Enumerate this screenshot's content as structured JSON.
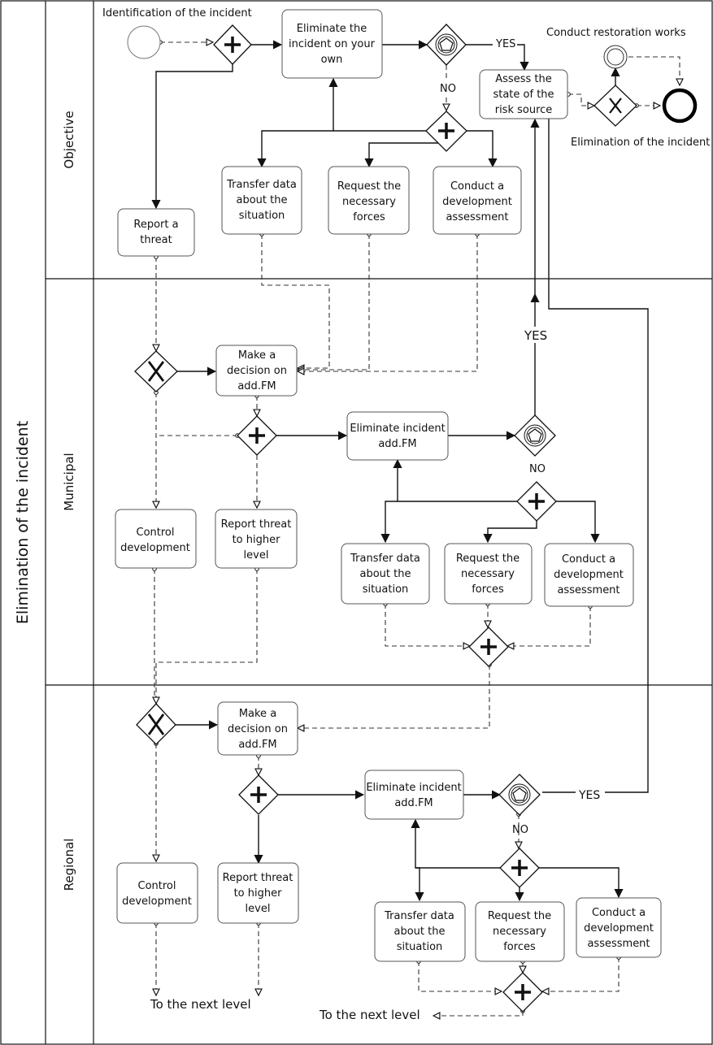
{
  "title": "Elimination of the incident",
  "lanes": [
    {
      "id": "objective",
      "label": "Objective"
    },
    {
      "id": "municipal",
      "label": "Municipal"
    },
    {
      "id": "regional",
      "label": "Regional"
    }
  ],
  "tasks": {
    "obj_eliminate": [
      "Eliminate the",
      "incident on your",
      "own"
    ],
    "obj_assess": [
      "Assess the",
      "state of the",
      "risk source"
    ],
    "obj_transfer": [
      "Transfer data",
      "about the",
      "situation"
    ],
    "obj_request": [
      "Request the",
      "necessary",
      "forces"
    ],
    "obj_conduct": [
      "Conduct a",
      "development",
      "assessment"
    ],
    "obj_report": [
      "Report a",
      "threat"
    ],
    "mun_decision": [
      "Make a",
      "decision on",
      "add.FM"
    ],
    "mun_eliminate": [
      "Eliminate incident",
      "add.FM"
    ],
    "mun_control": [
      "Control",
      "development"
    ],
    "mun_report": [
      "Report threat",
      "to higher",
      "level"
    ],
    "mun_transfer": [
      "Transfer data",
      "about the",
      "situation"
    ],
    "mun_request": [
      "Request the",
      "necessary",
      "forces"
    ],
    "mun_conduct": [
      "Conduct a",
      "development",
      "assessment"
    ],
    "reg_decision": [
      "Make a",
      "decision on",
      "add.FM"
    ],
    "reg_eliminate": [
      "Eliminate incident",
      "add.FM"
    ],
    "reg_control": [
      "Control",
      "development"
    ],
    "reg_report": [
      "Report threat",
      "to higher",
      "level"
    ],
    "reg_transfer": [
      "Transfer data",
      "about the",
      "situation"
    ],
    "reg_request": [
      "Request the",
      "necessary",
      "forces"
    ],
    "reg_conduct": [
      "Conduct a",
      "development",
      "assessment"
    ]
  },
  "event_labels": {
    "start": "Identification of the incident",
    "restoration": "Conduct restoration works",
    "end": "Elimination of the incident"
  },
  "flow_labels": {
    "yes": "YES",
    "no": "NO",
    "next_level": "To the next level"
  }
}
